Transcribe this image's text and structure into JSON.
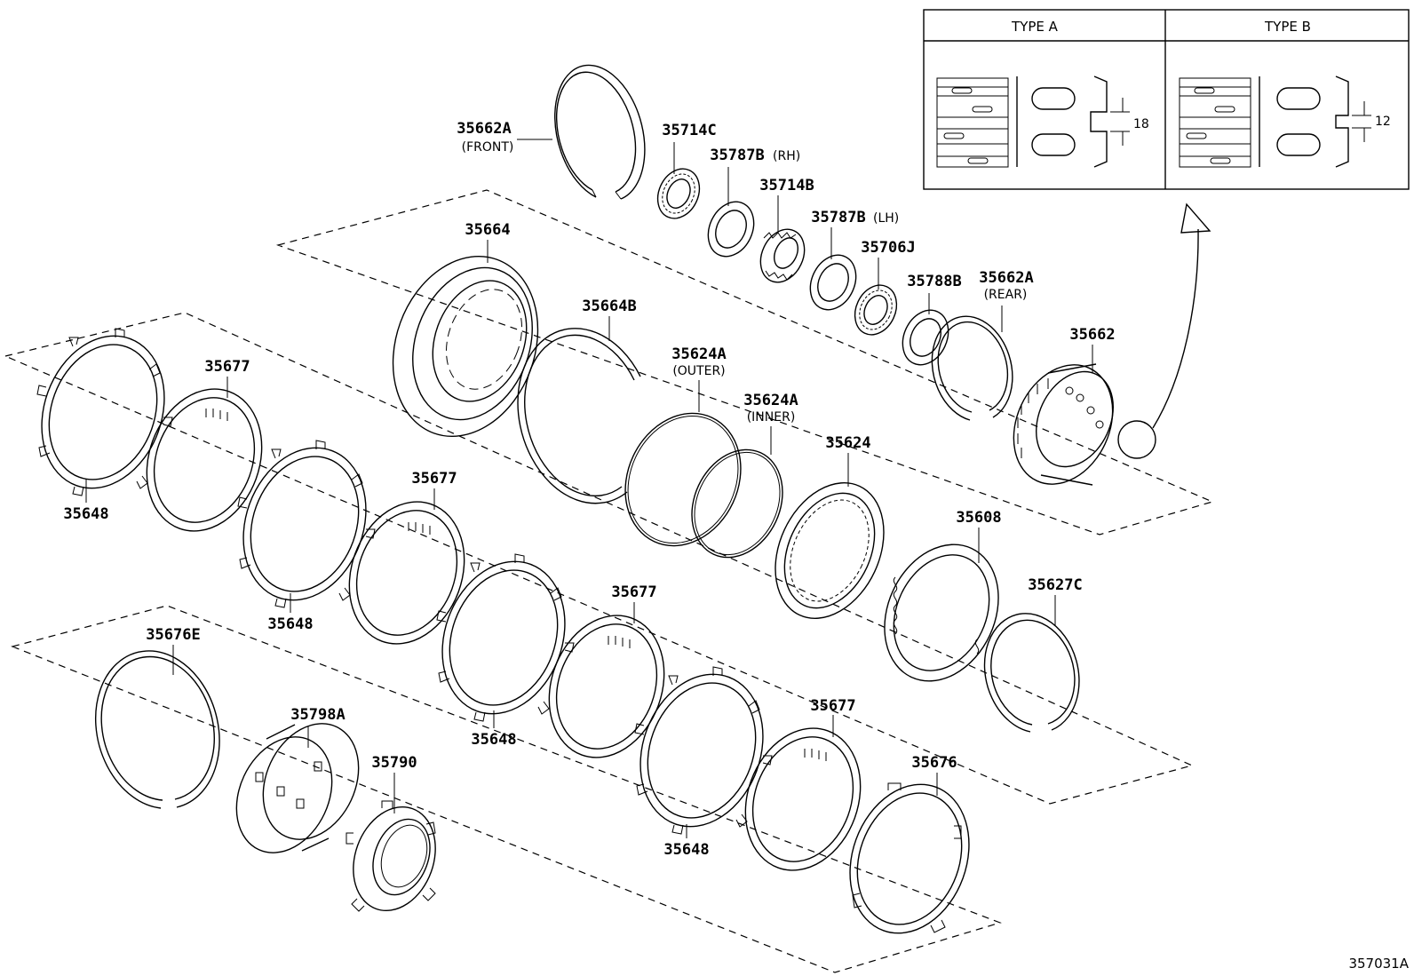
{
  "diagram_code": "357031A",
  "inset": {
    "type_a_label": "TYPE A",
    "type_b_label": "TYPE B",
    "type_a_dim": "18",
    "type_b_dim": "12"
  },
  "parts": {
    "p35662A_front": "35662A",
    "p35662A_front_note": "(FRONT)",
    "p35714C": "35714C",
    "p35787B_rh": "35787B",
    "p35787B_rh_note": "(RH)",
    "p35714B": "35714B",
    "p35787B_lh": "35787B",
    "p35787B_lh_note": "(LH)",
    "p35706J": "35706J",
    "p35788B": "35788B",
    "p35662A_rear": "35662A",
    "p35662A_rear_note": "(REAR)",
    "p35662": "35662",
    "p35664": "35664",
    "p35664B": "35664B",
    "p35624A_outer": "35624A",
    "p35624A_outer_note": "(OUTER)",
    "p35624A_inner": "35624A",
    "p35624A_inner_note": "(INNER)",
    "p35624": "35624",
    "p35608": "35608",
    "p35627C": "35627C",
    "p35648_1": "35648",
    "p35677_1": "35677",
    "p35648_2": "35648",
    "p35677_2": "35677",
    "p35648_3": "35648",
    "p35677_3": "35677",
    "p35648_4": "35648",
    "p35677_4": "35677",
    "p35676": "35676",
    "p35676E": "35676E",
    "p35798A": "35798A",
    "p35790": "35790"
  }
}
